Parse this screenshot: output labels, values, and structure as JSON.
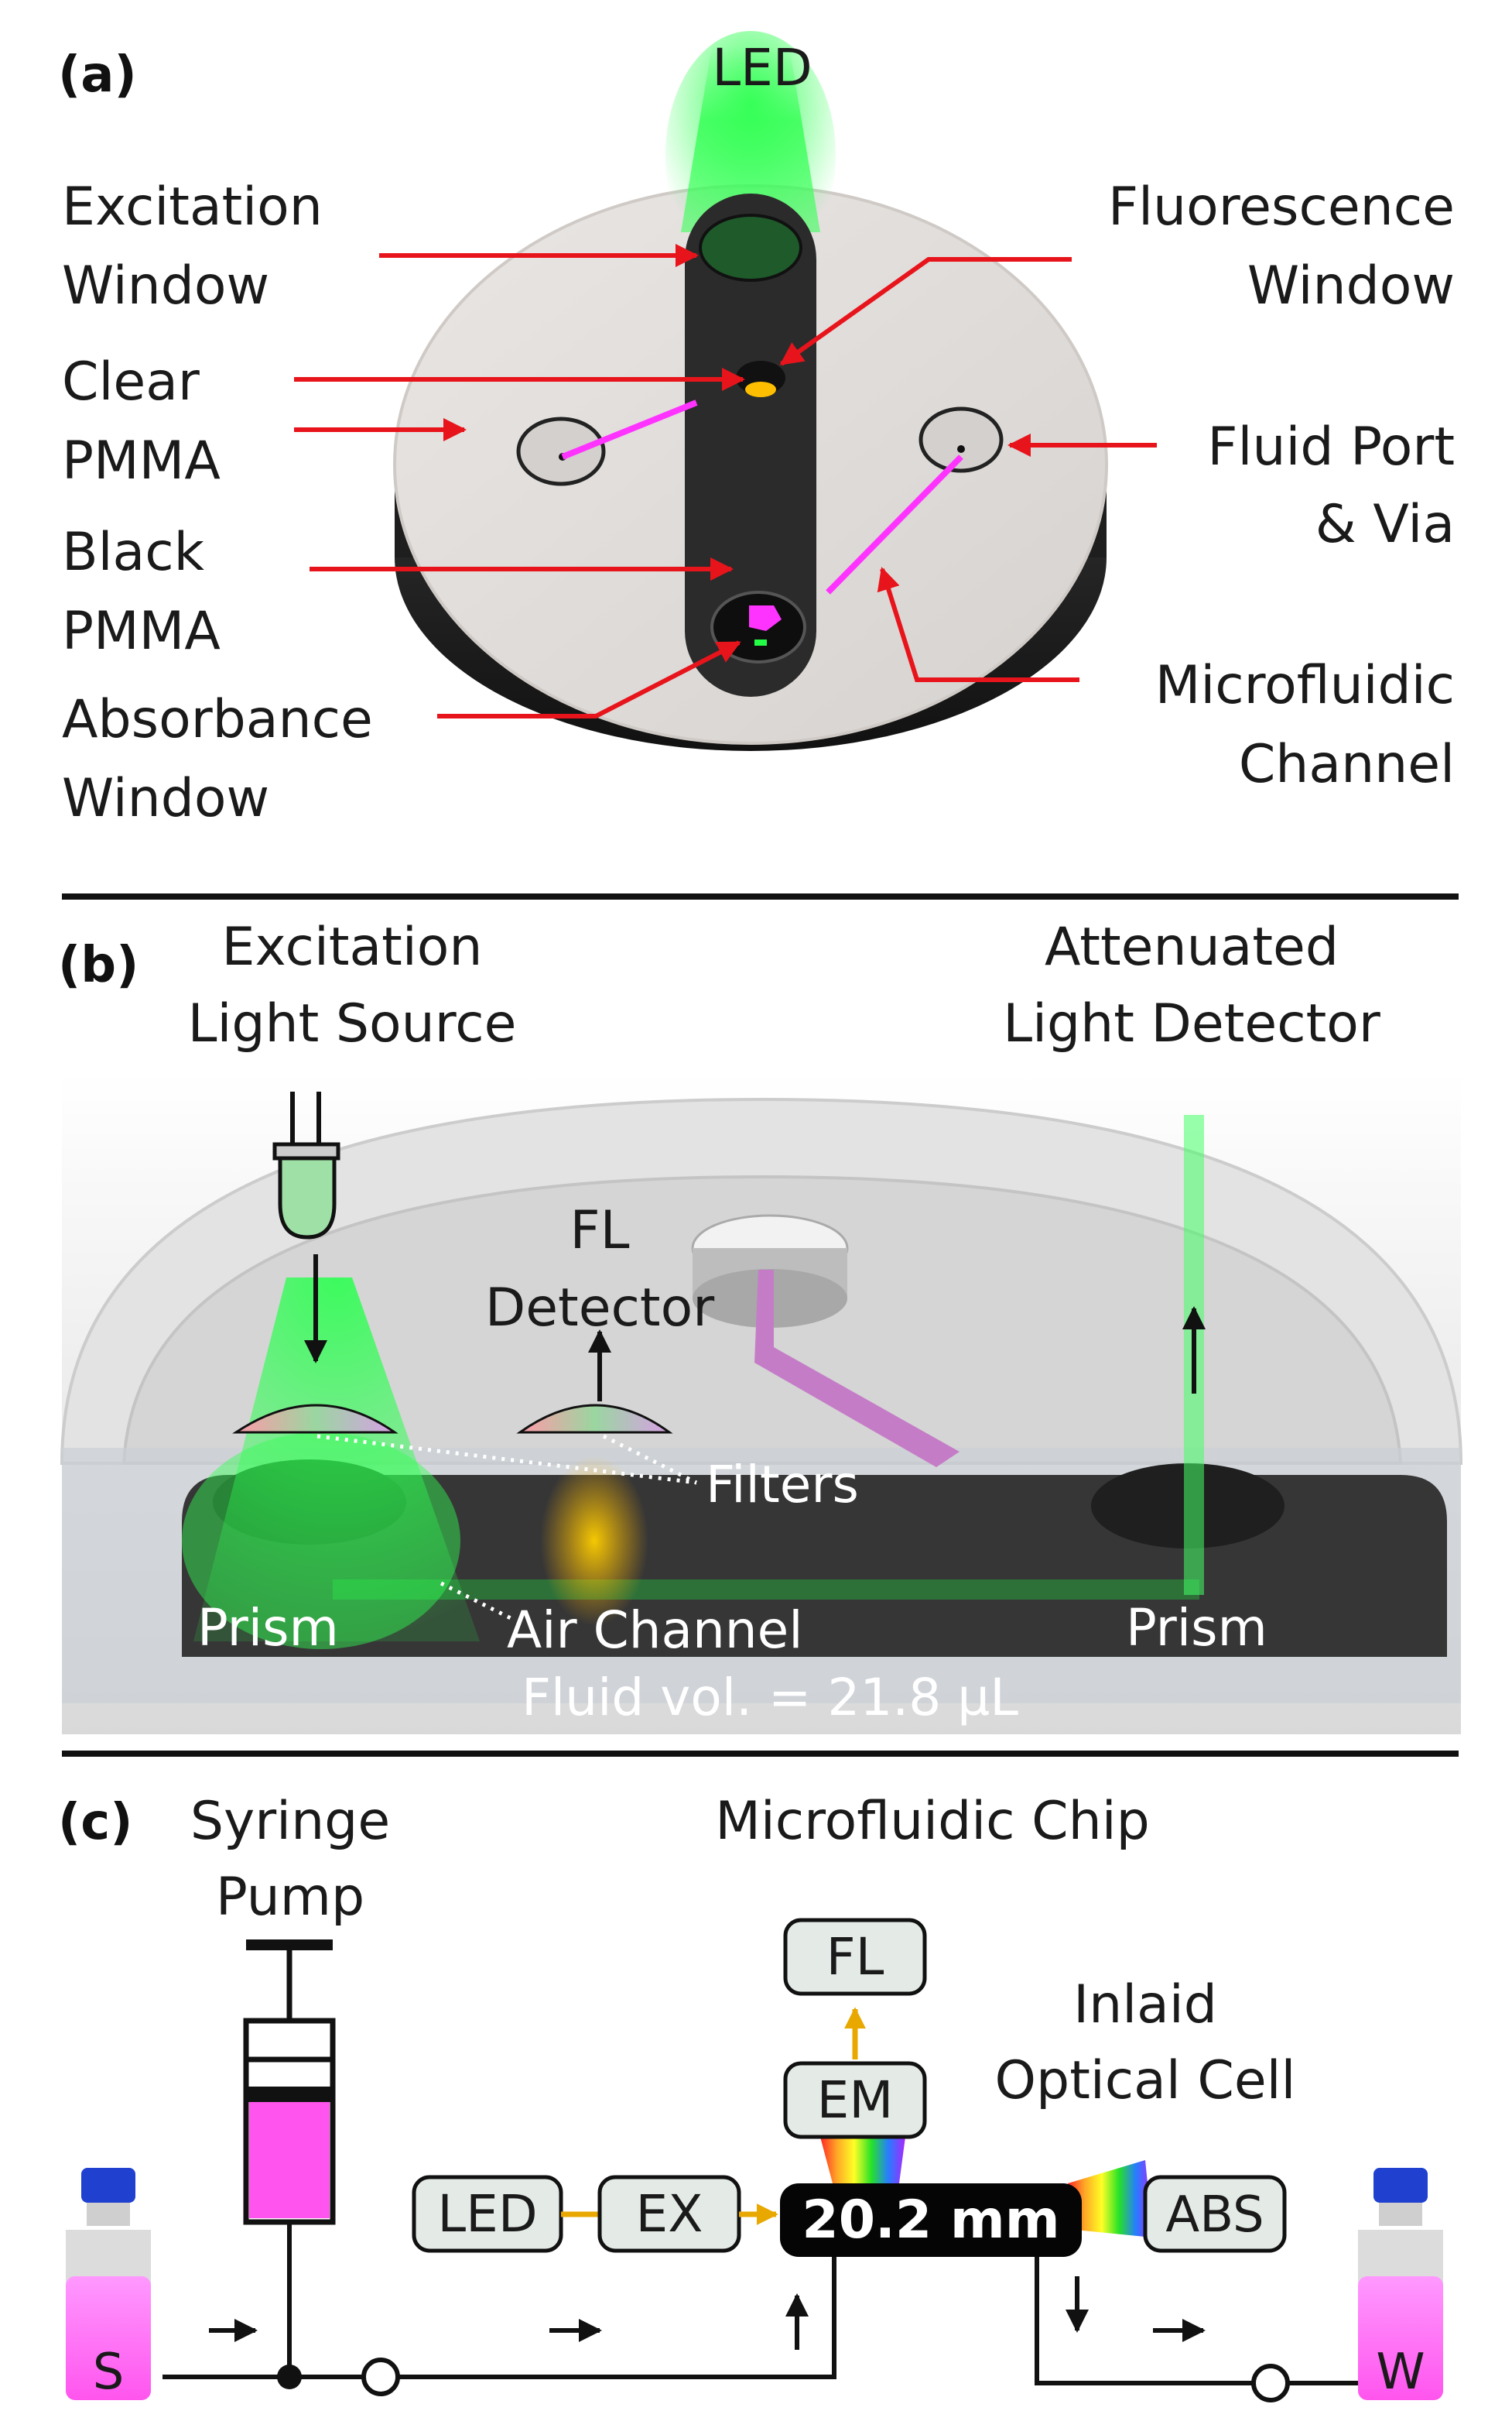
{
  "panel_a": {
    "letter": "(a)",
    "led": "LED",
    "excitation_window": [
      "Excitation",
      "Window"
    ],
    "fluorescence_window": [
      "Fluorescence",
      "Window"
    ],
    "clear_pmma": [
      "Clear",
      "PMMA"
    ],
    "black_pmma": [
      "Black",
      "PMMA"
    ],
    "absorbance_window": [
      "Absorbance",
      "Window"
    ],
    "fluid_port": [
      "Fluid Port",
      "& Via"
    ],
    "microfluidic_channel": [
      "Microfluidic",
      "Channel"
    ]
  },
  "panel_b": {
    "letter": "(b)",
    "excitation_source": [
      "Excitation",
      "Light Source"
    ],
    "attenuated_detector": [
      "Attenuated",
      "Light Detector"
    ],
    "fl_detector": [
      "FL",
      "Detector"
    ],
    "filters": "Filters",
    "prism_left": "Prism",
    "prism_right": "Prism",
    "air_channel": "Air Channel",
    "fluid_volume": "Fluid vol. = 21.8 µL"
  },
  "panel_c": {
    "letter": "(c)",
    "syringe_pump": [
      "Syringe",
      "Pump"
    ],
    "chip_title": "Microfluidic Chip",
    "inlaid_cell": [
      "Inlaid",
      "Optical Cell"
    ],
    "boxes": {
      "fl": "FL",
      "em": "EM",
      "led": "LED",
      "ex": "EX",
      "abs": "ABS"
    },
    "cell_length": "20.2 mm",
    "bottle_sample": "S",
    "bottle_waste": "W"
  },
  "colors": {
    "arrow_red": "#e8141b",
    "pmma_black": "#2b2b2b",
    "magenta": "#ff33ff",
    "green_light": "#22cc44",
    "orange_arrow": "#e8a800",
    "box_fill": "#e4ebe6"
  }
}
